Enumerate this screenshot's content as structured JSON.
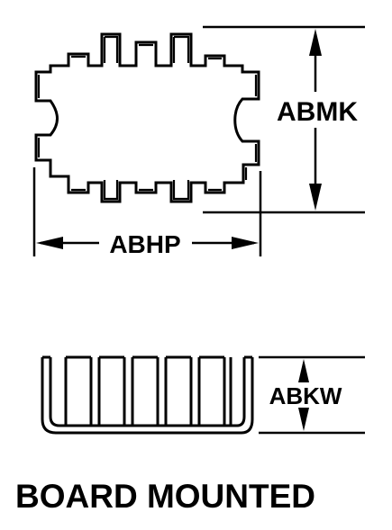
{
  "labels": {
    "top_height_dimension": "ABMK",
    "top_width_dimension": "ABHP",
    "side_height_dimension": "ABKW",
    "caption": "BOARD MOUNTED"
  }
}
